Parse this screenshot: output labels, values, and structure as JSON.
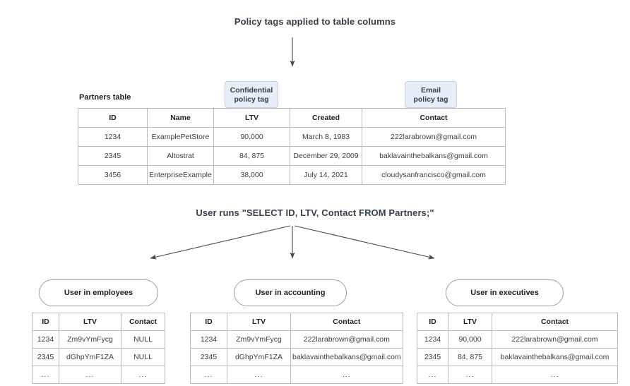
{
  "headings": {
    "top": "Policy tags applied to table columns",
    "query": "User runs \"SELECT ID, LTV, Contact FROM Partners;\""
  },
  "policy_tags": [
    {
      "name": "confidential-policy-tag",
      "line1": "Confidential",
      "line2": "policy tag",
      "applies_to_column": "LTV"
    },
    {
      "name": "email-policy-tag",
      "line1": "Email",
      "line2": "policy tag",
      "applies_to_column": "Contact"
    }
  ],
  "partners_table": {
    "label": "Partners table",
    "columns": [
      "ID",
      "Name",
      "LTV",
      "Created",
      "Contact"
    ],
    "rows": [
      [
        "1234",
        "ExamplePetStore",
        "90,000",
        "March 8, 1983",
        "222larabrown@gmail.com"
      ],
      [
        "2345",
        "Altostrat",
        "84, 875",
        "December 29, 2009",
        "baklavainthebalkans@gmail.com"
      ],
      [
        "3456",
        "EnterpriseExample",
        "38,000",
        "July 14, 2021",
        "cloudysanfrancisco@gmail.com"
      ]
    ]
  },
  "results": [
    {
      "name": "employees",
      "ellipse_label": "User in employees",
      "columns": [
        "ID",
        "LTV",
        "Contact"
      ],
      "rows": [
        [
          "1234",
          "Zm9vYmFycg",
          "NULL"
        ],
        [
          "2345",
          "dGhpYmF1ZA",
          "NULL"
        ],
        [
          "...",
          "...",
          "..."
        ]
      ]
    },
    {
      "name": "accounting",
      "ellipse_label": "User in accounting",
      "columns": [
        "ID",
        "LTV",
        "Contact"
      ],
      "rows": [
        [
          "1234",
          "Zm9vYmFycg",
          "222larabrown@gmail.com"
        ],
        [
          "2345",
          "dGhpYmF1ZA",
          "baklavainthebalkans@gmail.com"
        ],
        [
          "...",
          "...",
          "..."
        ]
      ]
    },
    {
      "name": "executives",
      "ellipse_label": "User in executives",
      "columns": [
        "ID",
        "LTV",
        "Contact"
      ],
      "rows": [
        [
          "1234",
          "90,000",
          "222larabrown@gmail.com"
        ],
        [
          "2345",
          "84, 875",
          "baklavainthebalkans@gmail.com"
        ],
        [
          "...",
          "...",
          "..."
        ]
      ]
    }
  ],
  "colors": {
    "tag_fill": "#e8eef8",
    "tag_border": "#c3cfe2",
    "table_border": "#b8bcc0",
    "text": "#3c4043",
    "arrow": "#4a4a4a"
  }
}
